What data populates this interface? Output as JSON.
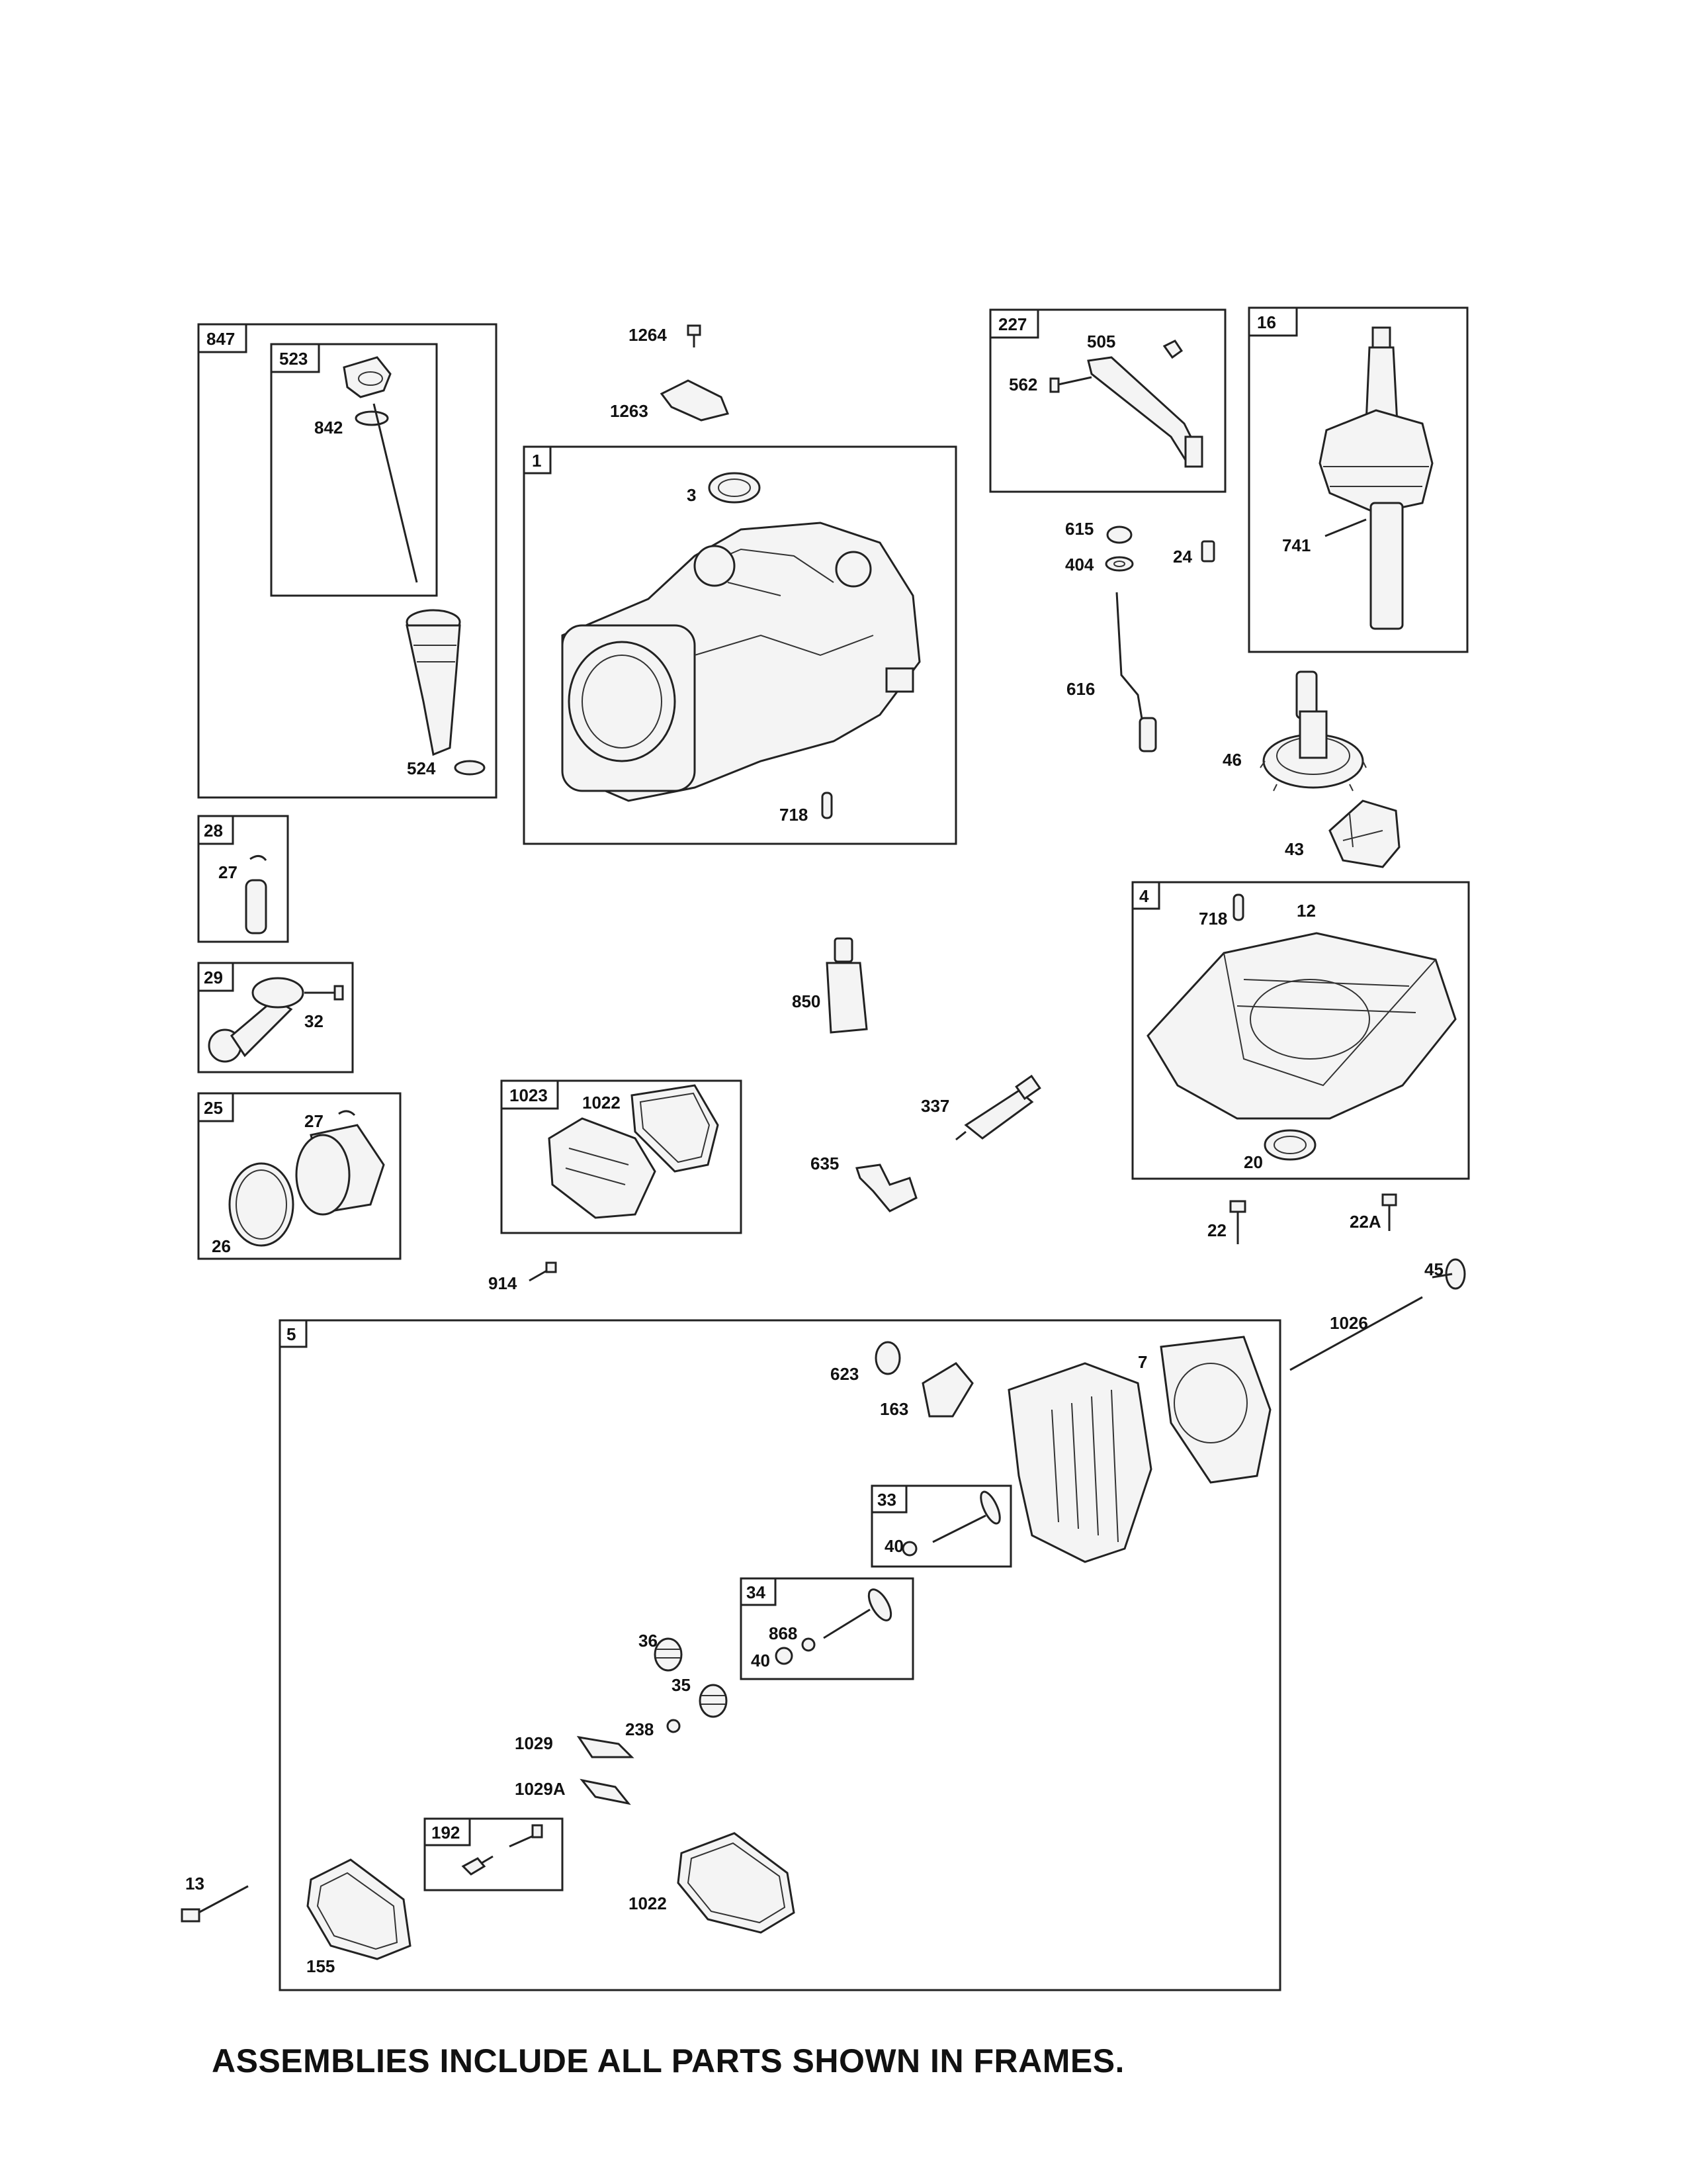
{
  "frames": [
    {
      "tag": "847"
    },
    {
      "tag": "523"
    },
    {
      "tag": "1"
    },
    {
      "tag": "227"
    },
    {
      "tag": "16"
    },
    {
      "tag": "28"
    },
    {
      "tag": "29"
    },
    {
      "tag": "25"
    },
    {
      "tag": "1023"
    },
    {
      "tag": "4"
    },
    {
      "tag": "5"
    },
    {
      "tag": "33"
    },
    {
      "tag": "34"
    },
    {
      "tag": "192"
    }
  ],
  "labels": [
    "842",
    "524",
    "1264",
    "1263",
    "3",
    "718",
    "505",
    "562",
    "615",
    "404",
    "24",
    "616",
    "741",
    "46",
    "43",
    "718",
    "12",
    "27",
    "32",
    "27",
    "26",
    "850",
    "1022",
    "337",
    "635",
    "20",
    "22",
    "22A",
    "914",
    "45",
    "1026",
    "623",
    "163",
    "7",
    "40",
    "868",
    "40",
    "36",
    "35",
    "238",
    "1029",
    "1029A",
    "13",
    "1022",
    "155"
  ],
  "note": "ASSEMBLIES INCLUDE ALL PARTS SHOWN IN FRAMES."
}
